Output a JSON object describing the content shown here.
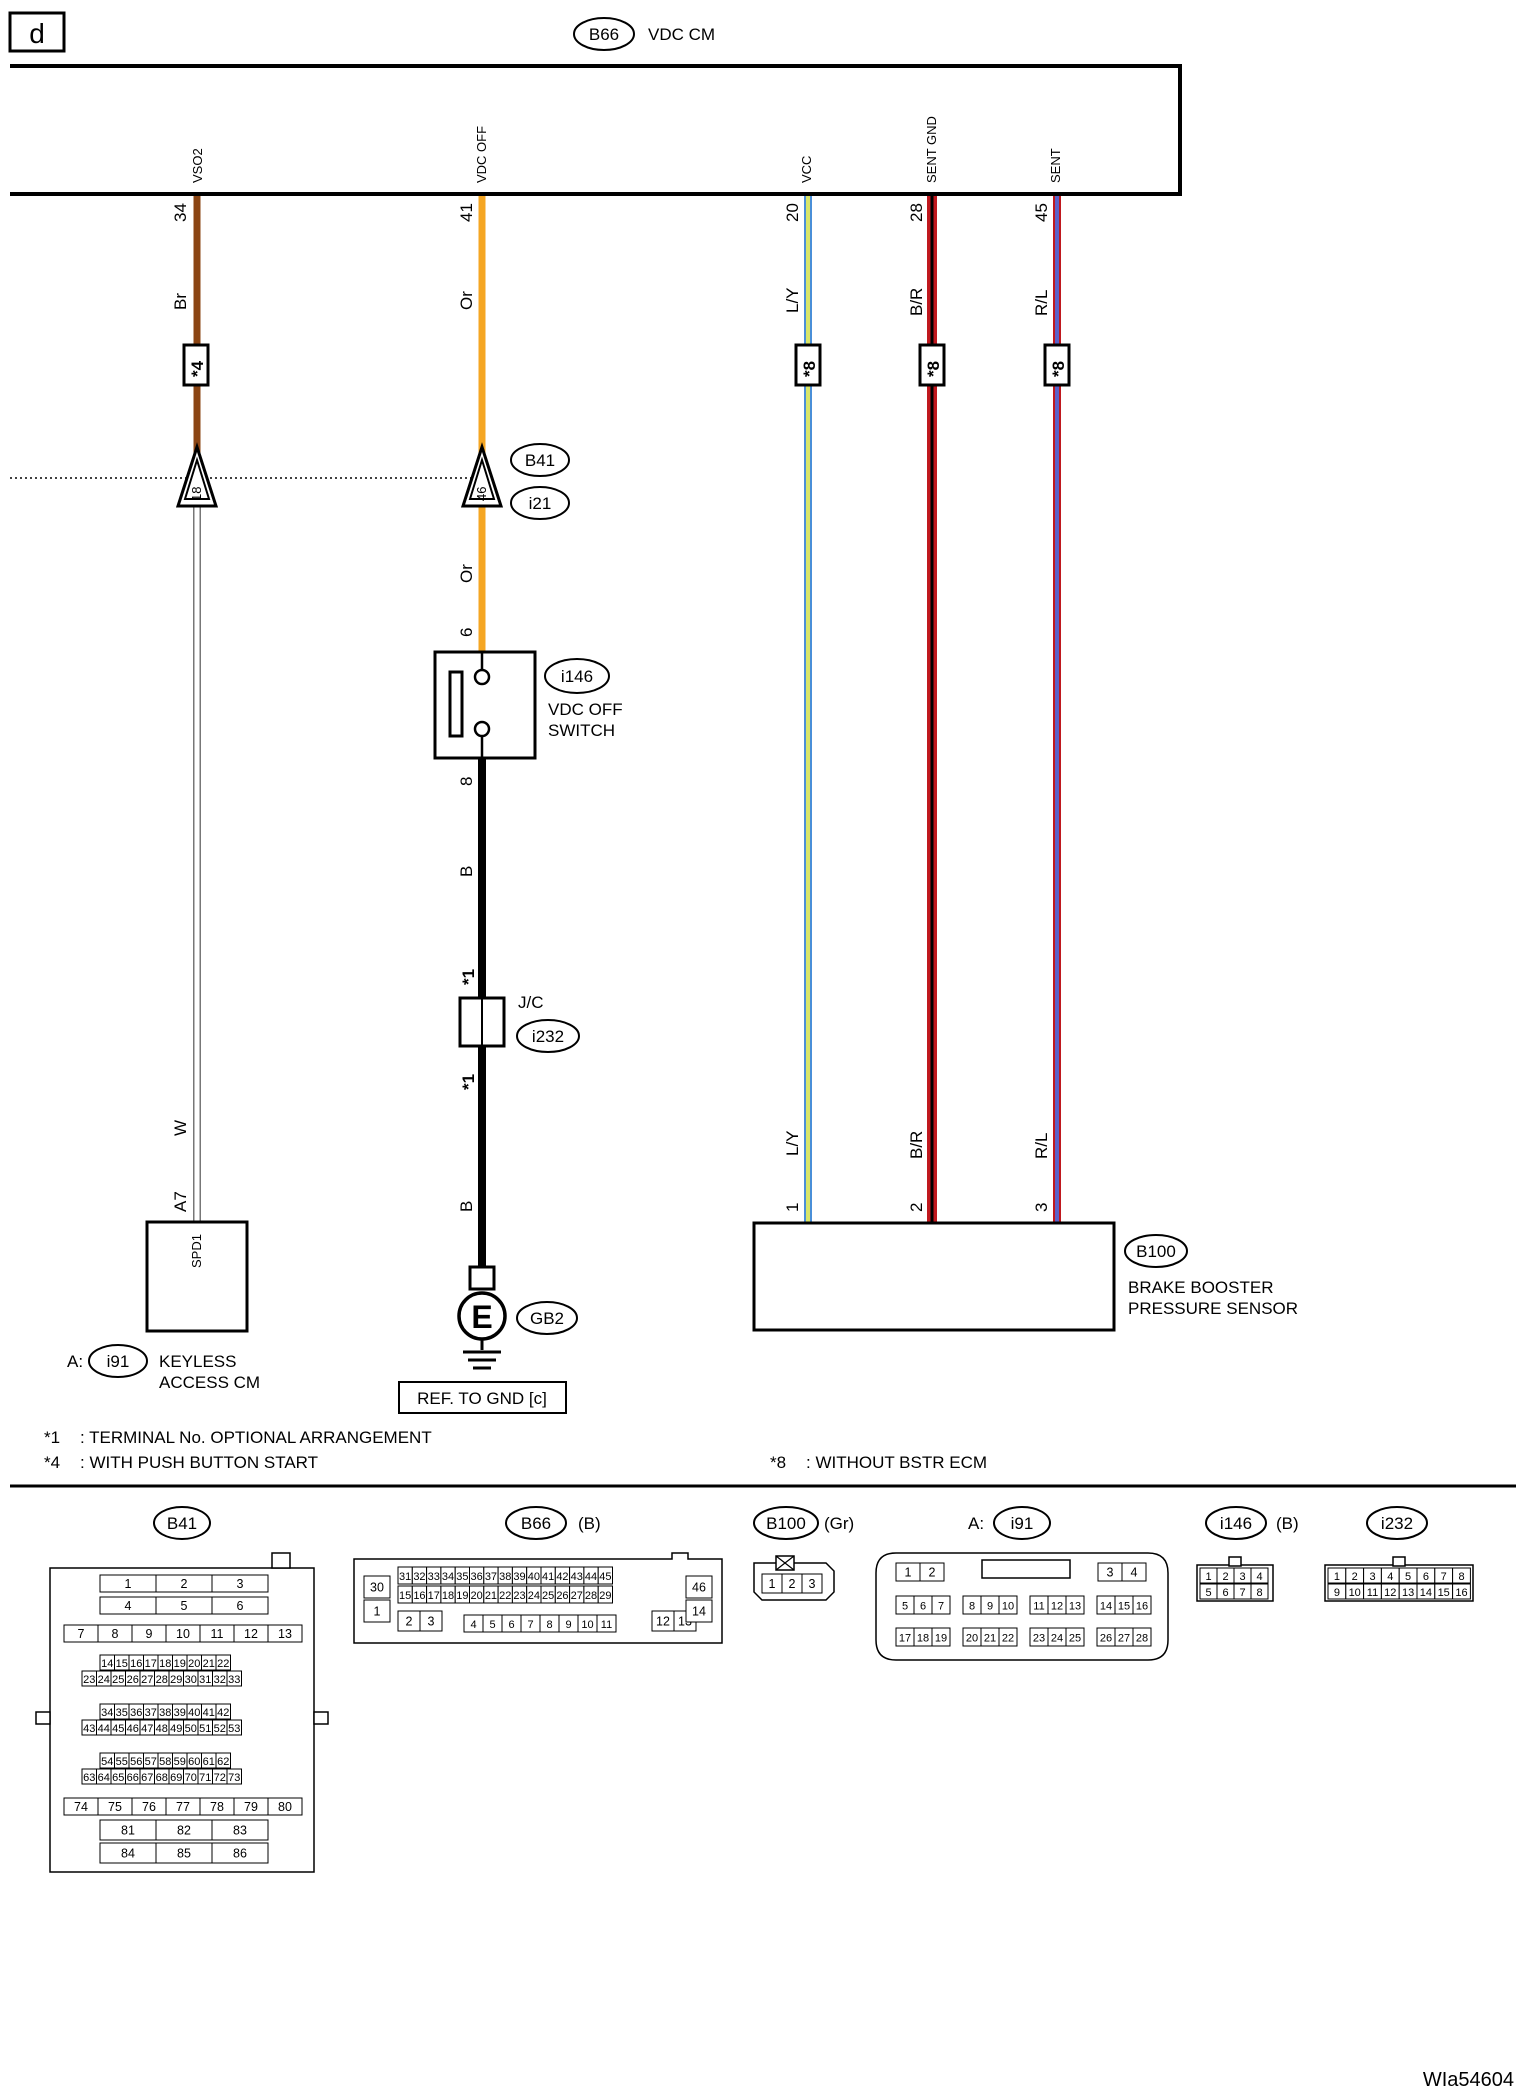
{
  "page": {
    "id": "d",
    "figure_code": "WIa54604"
  },
  "vdc_cm": {
    "connector": "B66",
    "name": "VDC CM",
    "pins": [
      {
        "label": "VSO2",
        "num": "34",
        "color": "Br"
      },
      {
        "label": "VDC OFF",
        "num": "41",
        "color": "Or"
      },
      {
        "label": "VCC",
        "num": "20",
        "color": "L/Y"
      },
      {
        "label": "SENT GND",
        "num": "28",
        "color": "B/R"
      },
      {
        "label": "SENT",
        "num": "45",
        "color": "R/L"
      }
    ]
  },
  "star_marks": {
    "m4": "*4",
    "m8": "*8",
    "m1": "*1"
  },
  "joint_connector": {
    "conn_a": "B41",
    "conn_b": "i21",
    "pin_left": "18",
    "pin_right": "46"
  },
  "vdc_off_switch": {
    "connector": "i146",
    "name_line1": "VDC OFF",
    "name_line2": "SWITCH",
    "pin_top": "6",
    "pin_bottom": "8",
    "wire_top": "Or",
    "wire_bottom": "B",
    "wire_gnd": "B"
  },
  "jc": {
    "label": "J/C",
    "connector": "i232"
  },
  "ground": {
    "symbol": "E",
    "connector": "GB2",
    "ref": "REF. TO GND [c]"
  },
  "keyless": {
    "prefix": "A:",
    "connector": "i91",
    "name_line1": "KEYLESS",
    "name_line2": "ACCESS CM",
    "terminal": "SPD1",
    "pin": "A7",
    "wire": "W"
  },
  "sensor": {
    "connector": "B100",
    "name_line1": "BRAKE BOOSTER",
    "name_line2": "PRESSURE SENSOR",
    "pins": [
      "1",
      "2",
      "3"
    ],
    "wires": [
      "L/Y",
      "B/R",
      "R/L"
    ]
  },
  "notes": {
    "n1_mark": "*1",
    "n1_text": ": TERMINAL No. OPTIONAL ARRANGEMENT",
    "n4_mark": "*4",
    "n4_text": ": WITH PUSH BUTTON START",
    "n8_mark": "*8",
    "n8_text": ": WITHOUT BSTR ECM"
  },
  "wire_colors": {
    "Br": "#8B4513",
    "Or": "#F5A623",
    "W": "#ffffff",
    "B": "#000000",
    "L_Y_blue": "#4a8fd8",
    "L_Y_yellow": "#d8e66a",
    "B_R_red": "#c0181e",
    "R_L_blue": "#5b62c8"
  },
  "connector_views": {
    "b41": {
      "name": "B41",
      "rows": [
        [
          "1",
          "2",
          "3"
        ],
        [
          "4",
          "5",
          "6"
        ],
        [
          "7",
          "8",
          "9",
          "10",
          "11",
          "12",
          "13"
        ],
        [
          "14",
          "15",
          "16",
          "17",
          "18",
          "19",
          "20",
          "21",
          "22"
        ],
        [
          "23",
          "24",
          "25",
          "26",
          "27",
          "28",
          "29",
          "30",
          "31",
          "32",
          "33"
        ],
        [
          "34",
          "35",
          "36",
          "37",
          "38",
          "39",
          "40",
          "41",
          "42"
        ],
        [
          "43",
          "44",
          "45",
          "46",
          "47",
          "48",
          "49",
          "50",
          "51",
          "52",
          "53"
        ],
        [
          "54",
          "55",
          "56",
          "57",
          "58",
          "59",
          "60",
          "61",
          "62"
        ],
        [
          "63",
          "64",
          "65",
          "66",
          "67",
          "68",
          "69",
          "70",
          "71",
          "72",
          "73"
        ],
        [
          "74",
          "75",
          "76",
          "77",
          "78",
          "79",
          "80"
        ],
        [
          "81",
          "82",
          "83"
        ],
        [
          "84",
          "85",
          "86"
        ]
      ]
    },
    "b66": {
      "name": "B66",
      "suffix": "(B)",
      "row1": [
        "31",
        "32",
        "33",
        "34",
        "35",
        "36",
        "37",
        "38",
        "39",
        "40",
        "41",
        "42",
        "43",
        "44",
        "45"
      ],
      "row2": [
        "15",
        "16",
        "17",
        "18",
        "19",
        "20",
        "21",
        "22",
        "23",
        "24",
        "25",
        "26",
        "27",
        "28",
        "29"
      ],
      "row3a": [
        "2",
        "3"
      ],
      "row3b": [
        "4",
        "5",
        "6",
        "7",
        "8",
        "9",
        "10",
        "11"
      ],
      "row3c": [
        "12",
        "13"
      ],
      "left": [
        "30",
        "1"
      ],
      "right": [
        "46",
        "14"
      ]
    },
    "b100": {
      "name": "B100",
      "suffix": "(Gr)",
      "pins": [
        "1",
        "2",
        "3"
      ]
    },
    "i91": {
      "prefix": "A:",
      "name": "i91",
      "row1a": [
        "1",
        "2"
      ],
      "row1b": [
        "3",
        "4"
      ],
      "row2": [
        [
          "5",
          "6",
          "7"
        ],
        [
          "8",
          "9",
          "10"
        ],
        [
          "11",
          "12",
          "13"
        ],
        [
          "14",
          "15",
          "16"
        ]
      ],
      "row3": [
        [
          "17",
          "18",
          "19"
        ],
        [
          "20",
          "21",
          "22"
        ],
        [
          "23",
          "24",
          "25"
        ],
        [
          "26",
          "27",
          "28"
        ]
      ]
    },
    "i146": {
      "name": "i146",
      "suffix": "(B)",
      "row1": [
        "1",
        "2",
        "3",
        "4"
      ],
      "row2": [
        "5",
        "6",
        "7",
        "8"
      ]
    },
    "i232": {
      "name": "i232",
      "row1": [
        "1",
        "2",
        "3",
        "4",
        "5",
        "6",
        "7",
        "8"
      ],
      "row2": [
        "9",
        "10",
        "11",
        "12",
        "13",
        "14",
        "15",
        "16"
      ]
    }
  }
}
